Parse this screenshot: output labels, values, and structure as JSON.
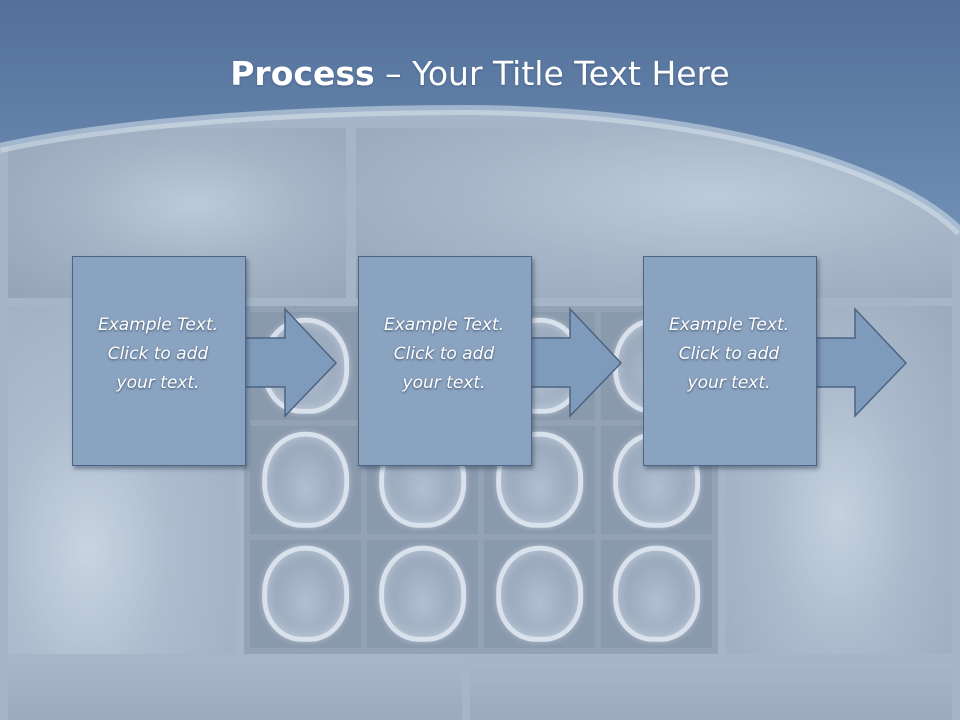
{
  "slide": {
    "title_bold": "Process",
    "title_rest": " – Your Title Text Here"
  },
  "steps": [
    {
      "lines": [
        "Example Text.",
        "Click  to add",
        "your text."
      ]
    },
    {
      "lines": [
        "Example Text.",
        "Click  to add",
        "your text."
      ]
    },
    {
      "lines": [
        "Example Text.",
        "Click  to add",
        "your text."
      ]
    }
  ],
  "colors": {
    "header": "#5f7fa3",
    "box": "#8aa3c0",
    "arrow": "#7f9bbb",
    "outline": "#4d6482"
  }
}
